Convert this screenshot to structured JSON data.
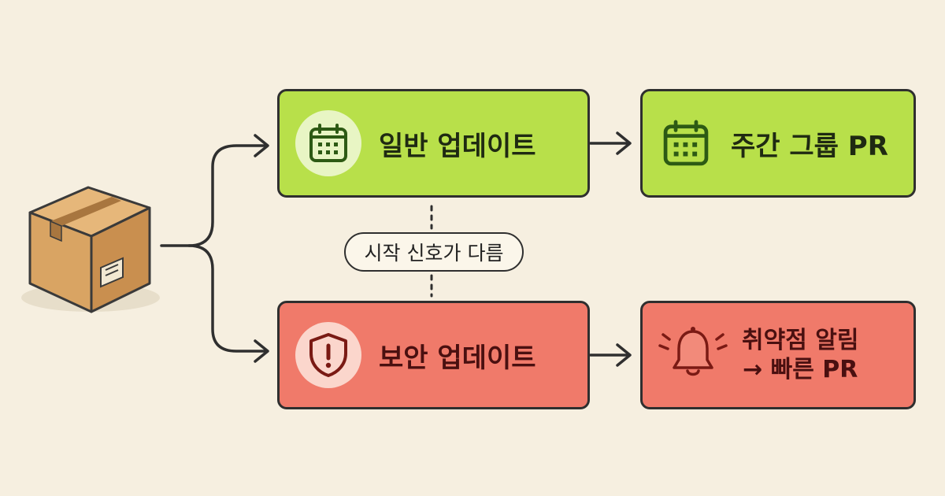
{
  "diagram": {
    "source": {
      "icon": "package-box-icon"
    },
    "regular_update": {
      "label": "일반 업데이트",
      "icon": "calendar-icon",
      "color": "#b8e04a"
    },
    "weekly_group_pr": {
      "label": "주간 그룹 PR",
      "icon": "calendar-icon",
      "color": "#b8e04a"
    },
    "security_update": {
      "label": "보안 업데이트",
      "icon": "shield-alert-icon",
      "color": "#f07a6a"
    },
    "vuln_alert": {
      "line1": "취약점 알림",
      "line2": "→ 빠른 PR",
      "icon": "bell-alert-icon",
      "color": "#f07a6a"
    },
    "divider_label": "시작 신호가 다름"
  }
}
